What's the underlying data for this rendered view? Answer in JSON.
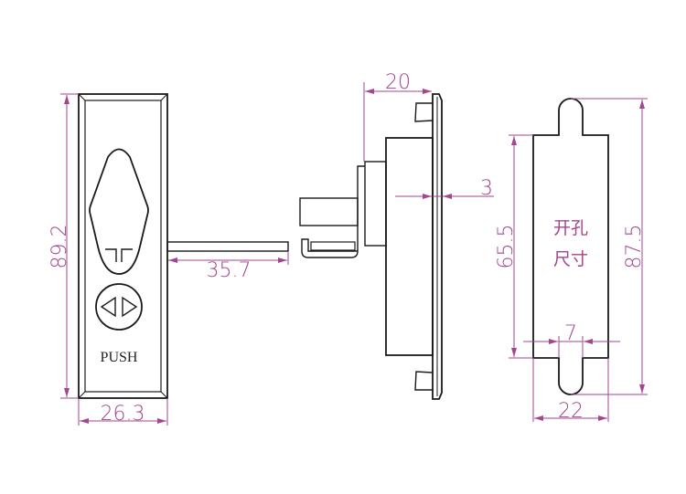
{
  "colors": {
    "outline": "#1a1a1a",
    "dimension": "#a3458f"
  },
  "front_view": {
    "label": "PUSH",
    "height_dim": "89.2",
    "width_dim": "26.3",
    "handle_dim": "35.7"
  },
  "side_view": {
    "depth_dim": "20",
    "plate_dim": "3"
  },
  "cutout": {
    "title_line1": "开孔",
    "title_line2": "尺寸",
    "height_dim": "65.5",
    "total_height_dim": "87.5",
    "slot_dim": "7",
    "width_dim": "22"
  }
}
